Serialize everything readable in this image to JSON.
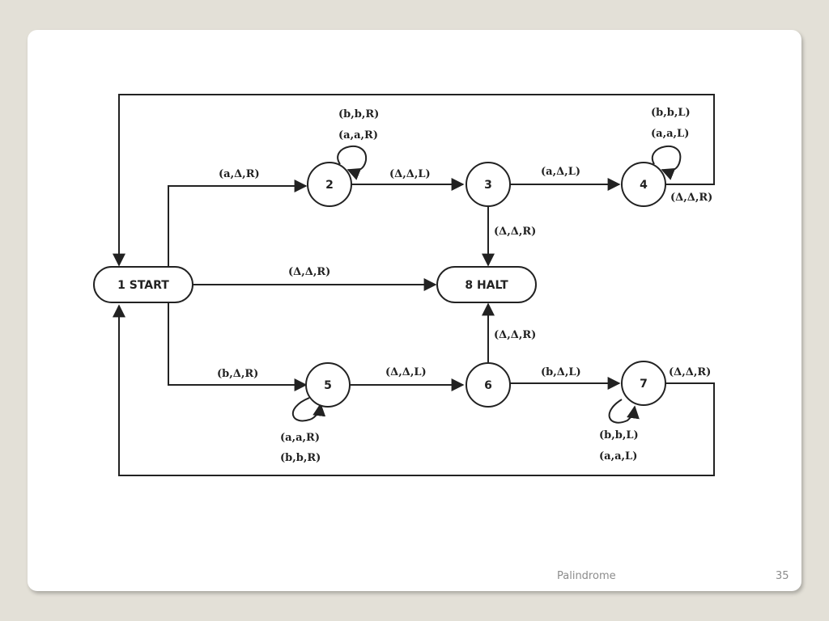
{
  "footer": {
    "title": "Palindrome",
    "page_number": "35"
  },
  "states": {
    "s1": "1 START",
    "s2": "2",
    "s3": "3",
    "s4": "4",
    "s5": "5",
    "s6": "6",
    "s7": "7",
    "s8": "8 HALT"
  },
  "transitions": {
    "t1_2": "(a,Δ,R)",
    "t2_loop_b": "(b,b,R)",
    "t2_loop_a": "(a,a,R)",
    "t2_3": "(Δ,Δ,L)",
    "t3_4": "(a,Δ,L)",
    "t4_loop_b": "(b,b,L)",
    "t4_loop_a": "(a,a,L)",
    "t4_1": "(Δ,Δ,R)",
    "t3_8": "(Δ,Δ,R)",
    "t1_8": "(Δ,Δ,R)",
    "t1_5": "(b,Δ,R)",
    "t5_6": "(Δ,Δ,L)",
    "t5_loop_a": "(a,a,R)",
    "t5_loop_b": "(b,b,R)",
    "t6_8": "(Δ,Δ,R)",
    "t6_7": "(b,Δ,L)",
    "t7_1": "(Δ,Δ,R)",
    "t7_loop_b": "(b,b,L)",
    "t7_loop_a": "(a,a,L)"
  }
}
